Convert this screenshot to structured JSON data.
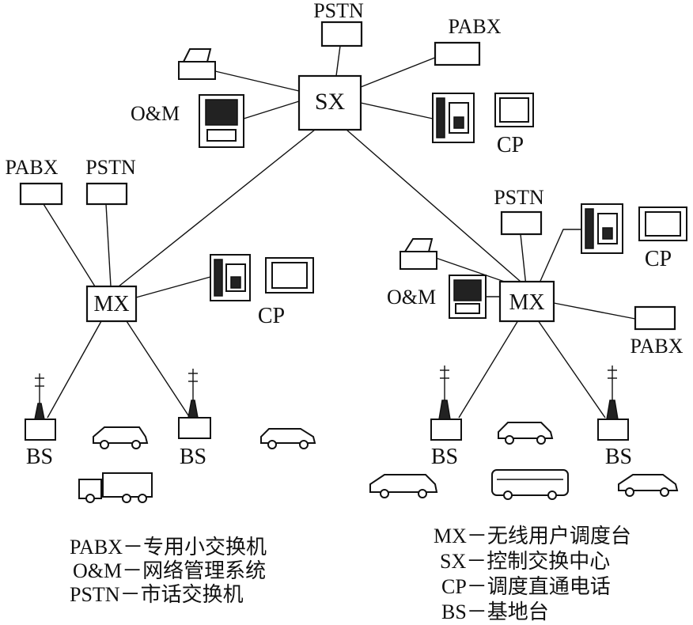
{
  "nodes": {
    "sx": "SX",
    "mx_left": "MX",
    "mx_right": "MX"
  },
  "labels": {
    "pstn": "PSTN",
    "pabx": "PABX",
    "om": "O&M",
    "cp": "CP",
    "bs": "BS"
  },
  "legend_left": [
    "PABX－专用小交换机",
    "O&M－网络管理系统",
    "PSTN－市话交换机"
  ],
  "legend_right": [
    "MX－无线用户调度台",
    "SX－控制交换中心",
    "CP－调度直通电话",
    "BS－基地台"
  ]
}
